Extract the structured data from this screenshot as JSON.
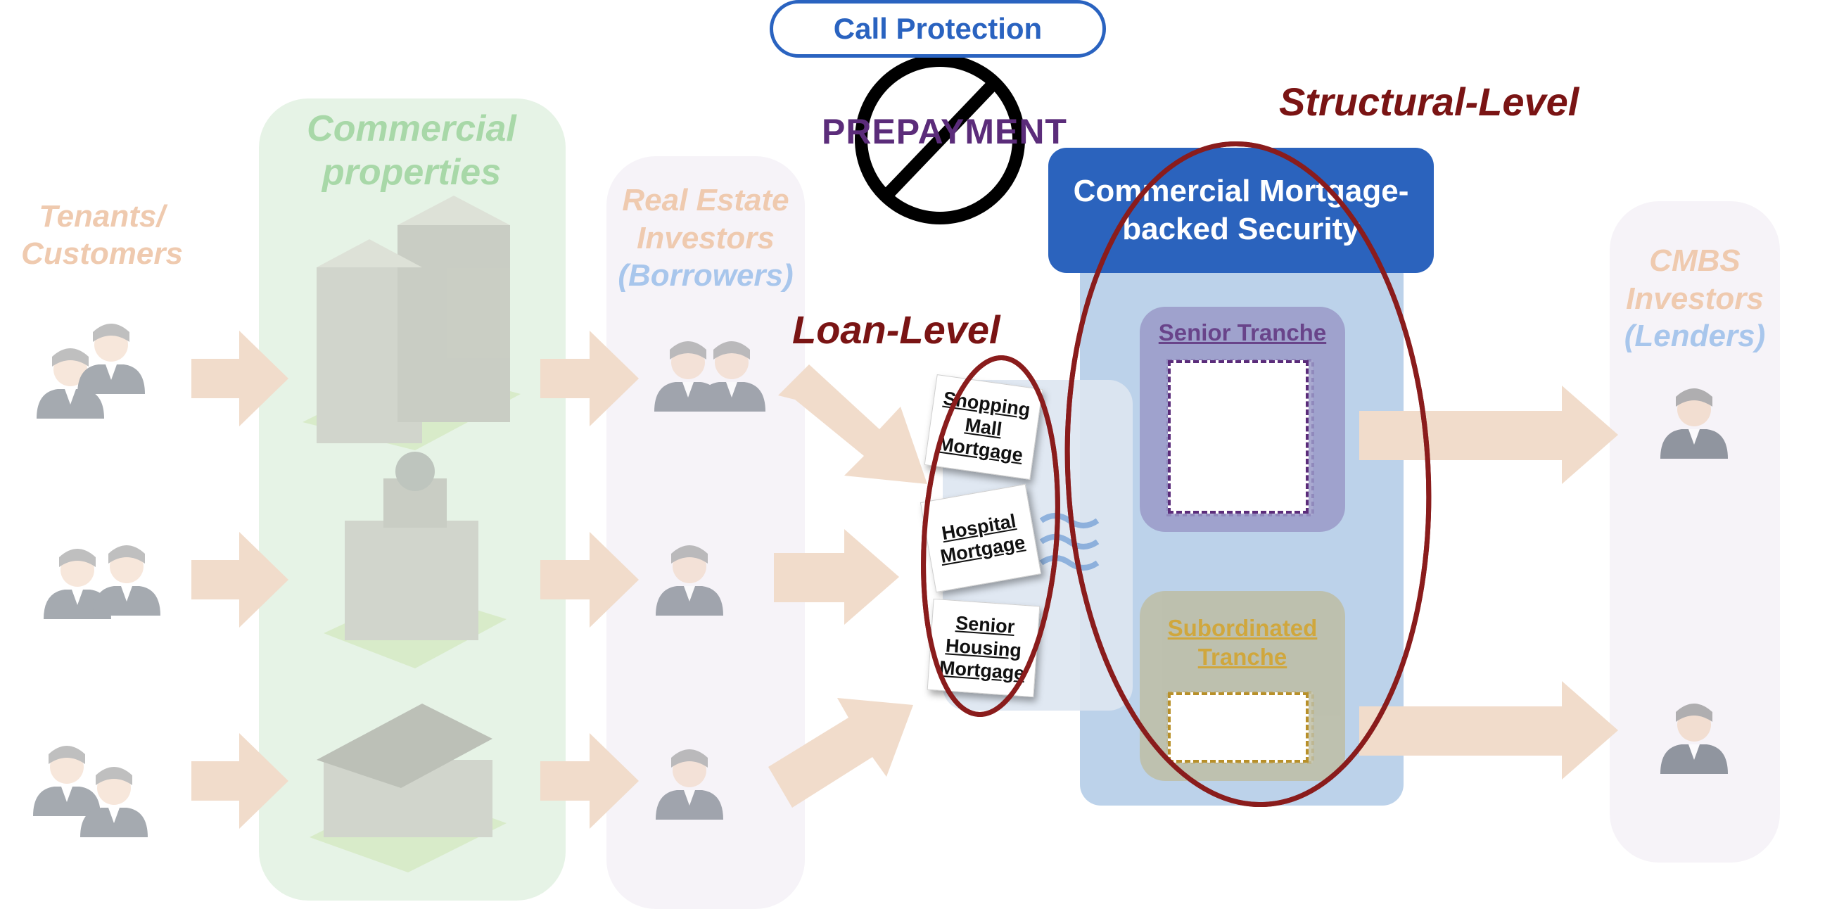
{
  "call_protection": "Call Protection",
  "prepayment": "PREPAYMENT",
  "structural_level": "Structural-Level",
  "loan_level": "Loan-Level",
  "columns": {
    "tenants": [
      "Tenants/",
      "Customers"
    ],
    "properties": [
      "Commercial",
      "properties"
    ],
    "borrowers": [
      "Real Estate",
      "Investors",
      "(Borrowers)"
    ],
    "lenders": [
      "CMBS",
      "Investors",
      "(Lenders)"
    ]
  },
  "cmbs_title": [
    "Commercial Mortgage-",
    "backed Security"
  ],
  "tranches": {
    "senior": "Senior Tranche",
    "subordinated": [
      "Subordinated",
      "Tranche"
    ]
  },
  "loans": [
    [
      "Shopping",
      "Mall",
      "Mortgage"
    ],
    [
      "Hospital",
      "Mortgage"
    ],
    [
      "Senior",
      "Housing",
      "Mortgage"
    ]
  ],
  "icons": {
    "no_symbol": "prohibition-icon",
    "people": "person-icon",
    "buildings": [
      "office-building-icon",
      "hospital-building-icon",
      "house-icon"
    ],
    "pool": "wave-icon"
  },
  "colors": {
    "arrow": "#f1dccb",
    "properties_panel": "#e6f3e6",
    "borrowers_panel": "#f6f3f8",
    "lenders_panel": "#f6f3f8",
    "cmbs_body": "#bcd2ea",
    "cmbs_head": "#2b63bd",
    "senior_box": "#9a9ac8",
    "sub_box": "#bebea4",
    "ellipse": "#8a1c1c"
  }
}
